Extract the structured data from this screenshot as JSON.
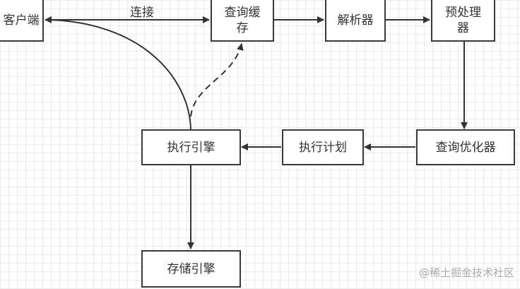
{
  "nodes": {
    "client": "客户端",
    "query_cache": "查询缓存",
    "parser": "解析器",
    "preprocessor": "预处理器",
    "optimizer": "查询优化器",
    "execution_plan": "执行计划",
    "execution_engine": "执行引擎",
    "storage_engine": "存储引擎"
  },
  "edges": {
    "connect_label": "连接"
  },
  "watermark": "@稀土掘金技术社区"
}
